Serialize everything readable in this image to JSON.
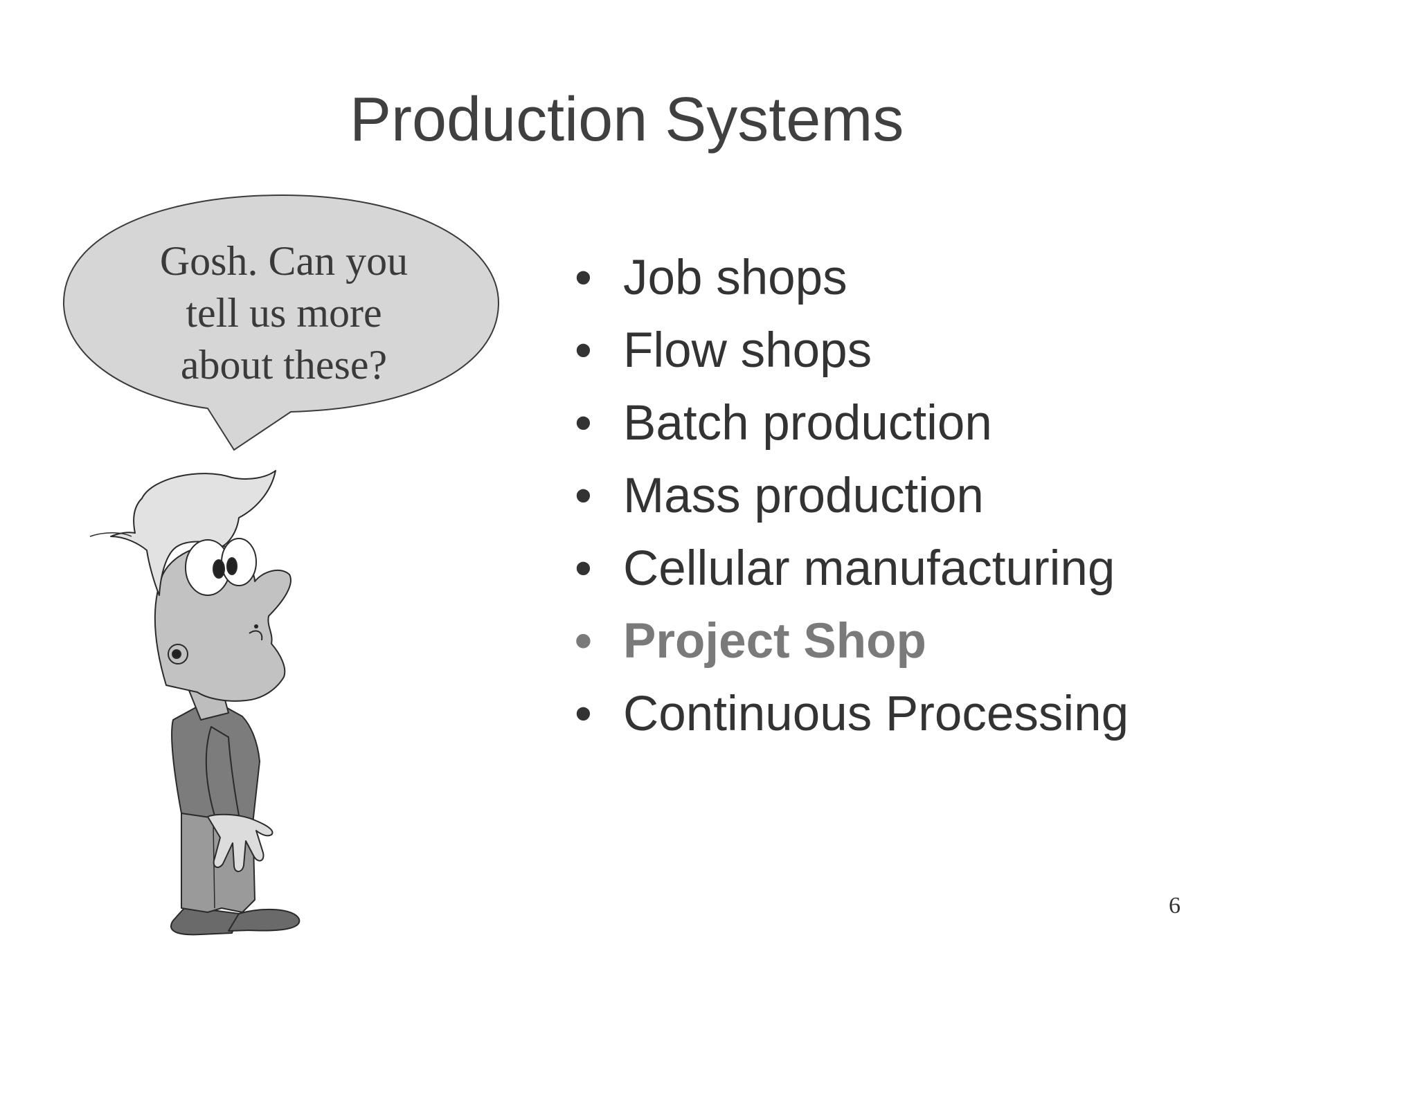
{
  "slide": {
    "title": "Production Systems",
    "bubble_lines": [
      "Gosh.  Can you",
      "tell us more",
      "about these?"
    ],
    "bullet_glyph": "•",
    "bullets": [
      {
        "label": "Job shops",
        "highlighted": false
      },
      {
        "label": "Flow shops",
        "highlighted": false
      },
      {
        "label": "Batch production",
        "highlighted": false
      },
      {
        "label": "Mass production",
        "highlighted": false
      },
      {
        "label": "Cellular manufacturing",
        "highlighted": false
      },
      {
        "label": "Project Shop",
        "highlighted": true
      },
      {
        "label": "Continuous Processing",
        "highlighted": false
      }
    ],
    "page_number": "6",
    "colors": {
      "title": "#404040",
      "text": "#333333",
      "highlight": "#7a7a7a",
      "bubble_fill": "#d6d6d6"
    },
    "illustrations": [
      "speech-bubble",
      "cartoon-man"
    ]
  }
}
